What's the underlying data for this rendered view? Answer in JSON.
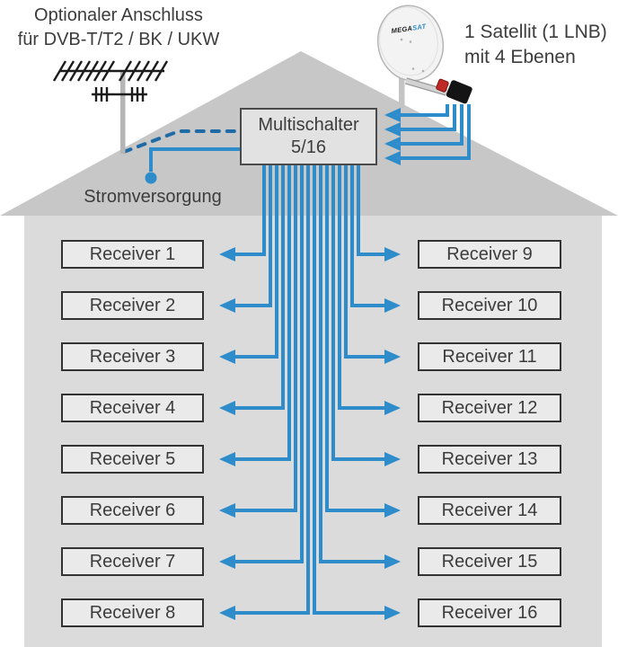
{
  "diagram": {
    "top_left_note": {
      "line1": "Optionaler Anschluss",
      "line2": "für DVB-T/T2 / BK / UKW"
    },
    "top_right_note": {
      "line1": "1 Satellit (1 LNB)",
      "line2": "mit 4 Ebenen"
    },
    "multiswitch": {
      "line1": "Multischalter",
      "line2": "5/16"
    },
    "power_label": "Stromversorgung",
    "dish_logo": {
      "mega": "MEGA",
      "sat": "SAT"
    },
    "receivers_left": [
      "Receiver 1",
      "Receiver 2",
      "Receiver 3",
      "Receiver 4",
      "Receiver 5",
      "Receiver 6",
      "Receiver 7",
      "Receiver 8"
    ],
    "receivers_right": [
      "Receiver 9",
      "Receiver 10",
      "Receiver 11",
      "Receiver 12",
      "Receiver 13",
      "Receiver 14",
      "Receiver 15",
      "Receiver 16"
    ],
    "colors": {
      "cable_blue": "#2e8cca",
      "dashed_blue": "#1f6ba6",
      "roof_gray": "#c7c7c7",
      "house_gray": "#dbdbdb"
    }
  }
}
